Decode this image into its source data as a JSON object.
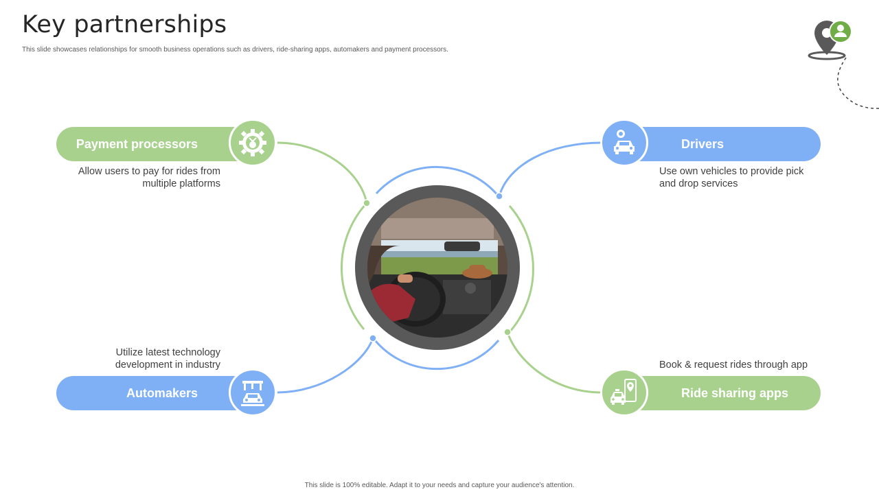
{
  "title": "Key partnerships",
  "subtitle": "This slide showcases relationships for smooth business operations such as drivers, ride-sharing apps, automakers and payment processors.",
  "footer": "This slide is 100% editable. Adapt it to your needs and capture your audience's attention.",
  "colors": {
    "green": "#a9d18e",
    "blue": "#7fb0f5",
    "ring": "#595959"
  },
  "partners": {
    "payment": {
      "label": "Payment processors",
      "desc_line1": "Allow users to pay for rides from",
      "desc_line2": "multiple platforms",
      "icon": "gear-money-icon"
    },
    "drivers": {
      "label": "Drivers",
      "desc_line1": "Use own vehicles to provide pick",
      "desc_line2": "and drop services",
      "icon": "car-badge-icon"
    },
    "automakers": {
      "label": "Automakers",
      "desc_line1": "Utilize latest technology",
      "desc_line2": "development in industry",
      "icon": "car-factory-icon"
    },
    "ridesharing": {
      "label": "Ride sharing apps",
      "desc_line1": "Book & request rides through app",
      "icon": "taxi-phone-icon"
    }
  },
  "center_image": "car-interior-photo",
  "corner_graphic": "location-pin-user-icon"
}
